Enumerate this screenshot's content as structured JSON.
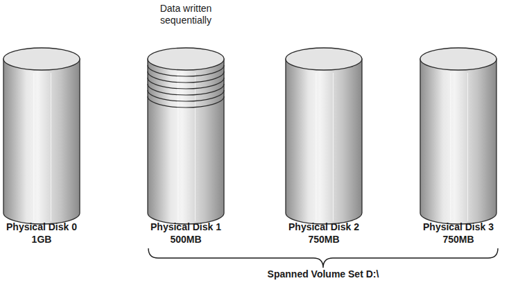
{
  "diagram": {
    "nodes": [
      {
        "text": [
          "Physical Disk 0",
          "1GB"
        ]
      },
      {
        "text": [
          "Physical Disk 1",
          "500MB"
        ]
      },
      {
        "text": [
          "Physical Disk 2",
          "750MB"
        ]
      },
      {
        "text": [
          "Physical Disk 3",
          "750MB"
        ]
      }
    ],
    "labels": [
      "Data written sequentially",
      "Spanned Volume Set D:\\"
    ]
  }
}
